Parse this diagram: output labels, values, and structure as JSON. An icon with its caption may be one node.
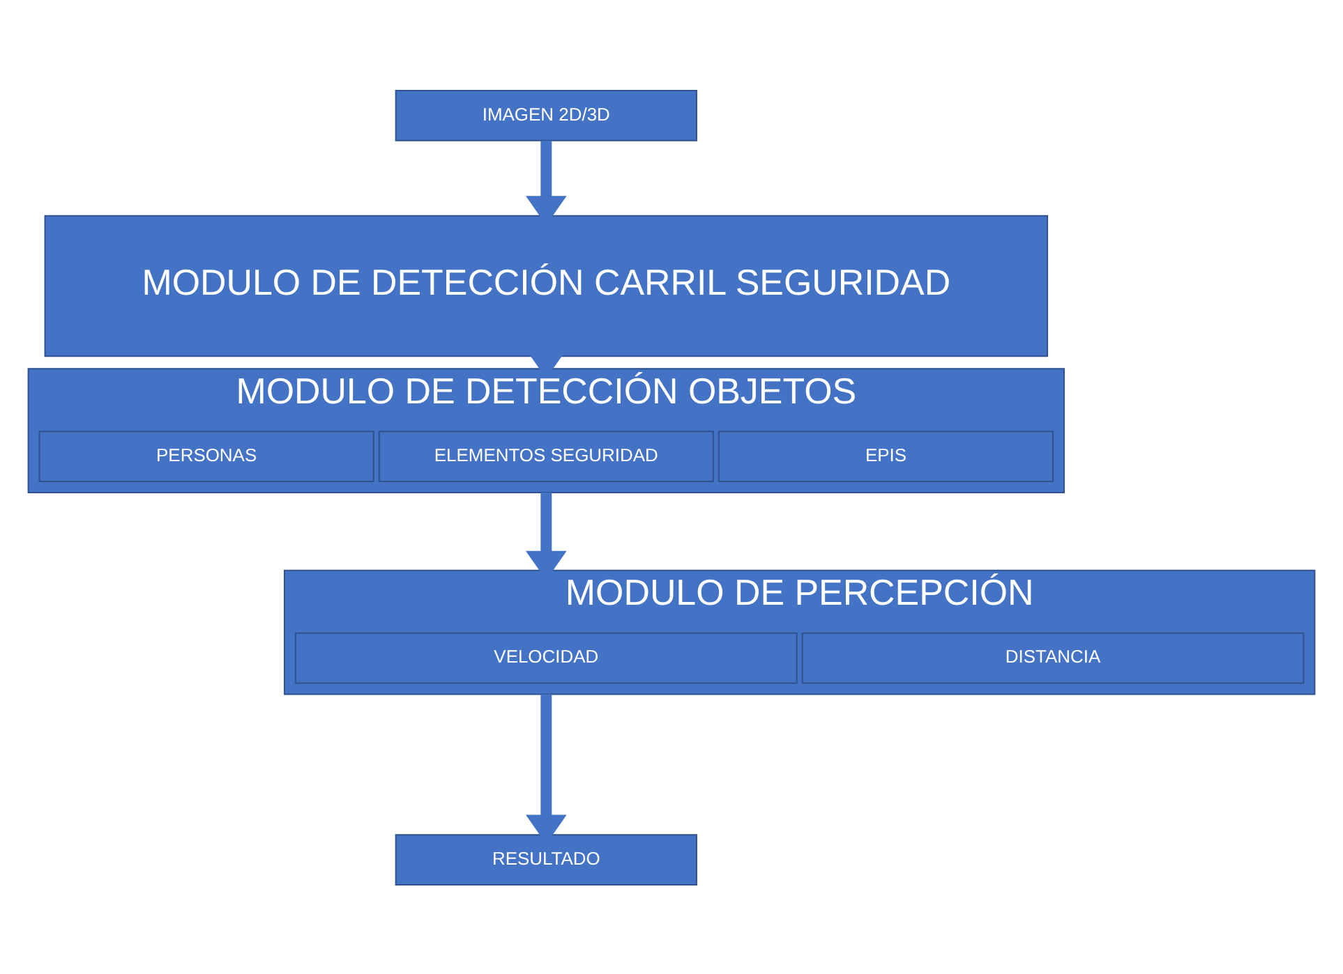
{
  "diagram": {
    "nodes": [
      {
        "text": [
          "IMAGEN 2D/3D"
        ]
      },
      {
        "text": [
          "MODULO DE DETECCIÓN CARRIL SEGURIDAD"
        ]
      },
      {
        "text": [
          "MODULO DE DETECCIÓN OBJETOS"
        ]
      },
      {
        "text": [
          "PERSONAS"
        ],
        "in": 2
      },
      {
        "text": [
          "ELEMENTOS SEGURIDAD"
        ],
        "in": 2
      },
      {
        "text": [
          "EPIS"
        ],
        "in": 2
      },
      {
        "text": [
          "MODULO DE PERCEPCIÓN"
        ]
      },
      {
        "text": [
          "VELOCIDAD"
        ],
        "in": 6
      },
      {
        "text": [
          "DISTANCIA"
        ],
        "in": 6
      },
      {
        "text": [
          "RESULTADO"
        ]
      }
    ],
    "edges": [
      {
        "from": 0,
        "to": 1,
        "arrow": "to"
      },
      {
        "from": 1,
        "to": 2,
        "arrow": "to"
      },
      {
        "from": 2,
        "to": 6,
        "arrow": "to"
      },
      {
        "from": 6,
        "to": 9,
        "arrow": "to"
      }
    ]
  }
}
